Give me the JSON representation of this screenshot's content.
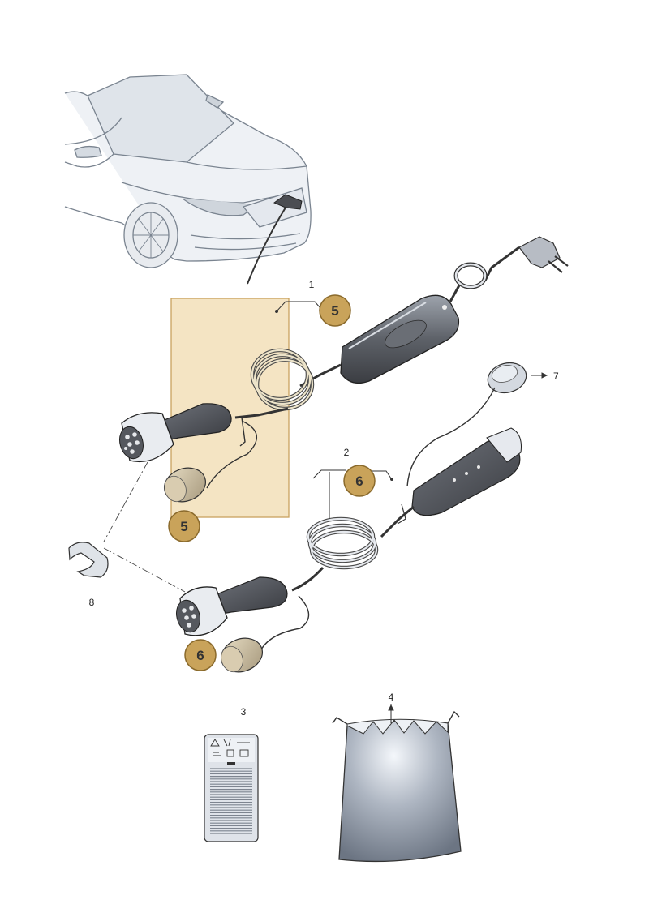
{
  "callouts": [
    {
      "id": "callout-1",
      "label": "1"
    },
    {
      "id": "callout-2",
      "label": "2"
    },
    {
      "id": "callout-3",
      "label": "3"
    },
    {
      "id": "callout-4",
      "label": "4"
    },
    {
      "id": "callout-7",
      "label": "7"
    },
    {
      "id": "callout-8",
      "label": "8"
    }
  ],
  "badges": [
    {
      "id": "badge-5-top",
      "label": "5"
    },
    {
      "id": "badge-5-bottom",
      "label": "5"
    },
    {
      "id": "badge-6-top",
      "label": "6"
    },
    {
      "id": "badge-6-bottom",
      "label": "6"
    }
  ],
  "colors": {
    "highlight_fill": "#f2dfb8",
    "highlight_stroke": "#c8a25f",
    "badge_fill": "#c9a35a",
    "badge_stroke": "#8a6a2c",
    "line": "#333333",
    "part_dark": "#4b4d52",
    "part_light": "#b7bcc4",
    "car_line": "#7a8490"
  }
}
